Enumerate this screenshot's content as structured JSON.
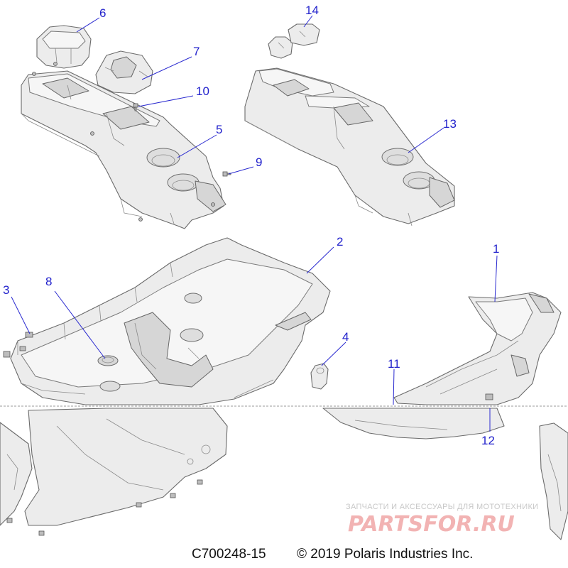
{
  "callouts": {
    "c1": "1",
    "c2": "2",
    "c3": "3",
    "c4": "4",
    "c5": "5",
    "c6": "6",
    "c7": "7",
    "c8": "8",
    "c9": "9",
    "c10": "10",
    "c11": "11",
    "c12": "12",
    "c13": "13",
    "c14": "14"
  },
  "watermark": {
    "tagline": "ЗАПЧАСТИ И АКСЕССУАРЫ ДЛЯ МОТОТЕХНИКИ",
    "brand": "PARTSFOR.RU"
  },
  "footer": {
    "diagram_id": "C700248-15",
    "copyright": "© 2019 Polaris Industries Inc."
  },
  "colors": {
    "callout": "#2222cc",
    "watermark": "#e88a8a"
  }
}
